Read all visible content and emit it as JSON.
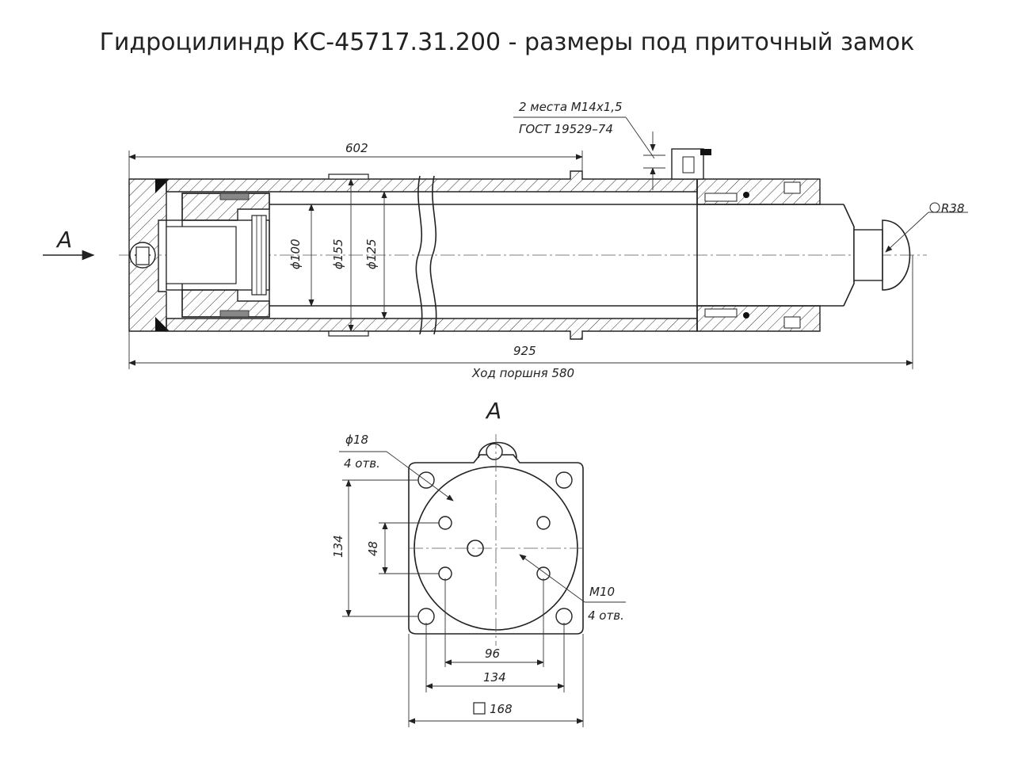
{
  "title": "Гидроцилиндр КС-45717.31.200 - размеры под приточный замок",
  "main_view": {
    "view_arrow_label": "A",
    "dim_602": "602",
    "dim_925": "925",
    "stroke_label": "Ход поршня 580",
    "thread_label_line1": "2 места М14х1,5",
    "thread_label_line2": "ГОСТ 19529–74",
    "dia_100": "ϕ100",
    "dia_155": "ϕ155",
    "dia_125": "ϕ125",
    "radius_label": "R38"
  },
  "view_a": {
    "title": "A",
    "hole_dia": "ϕ18",
    "hole_count": "4 отв.",
    "dim_134_vertical": "134",
    "dim_48": "48",
    "thread_m10": "М10",
    "thread_count": "4 отв.",
    "dim_96": "96",
    "dim_134_horizontal": "134",
    "dim_168": "168"
  }
}
